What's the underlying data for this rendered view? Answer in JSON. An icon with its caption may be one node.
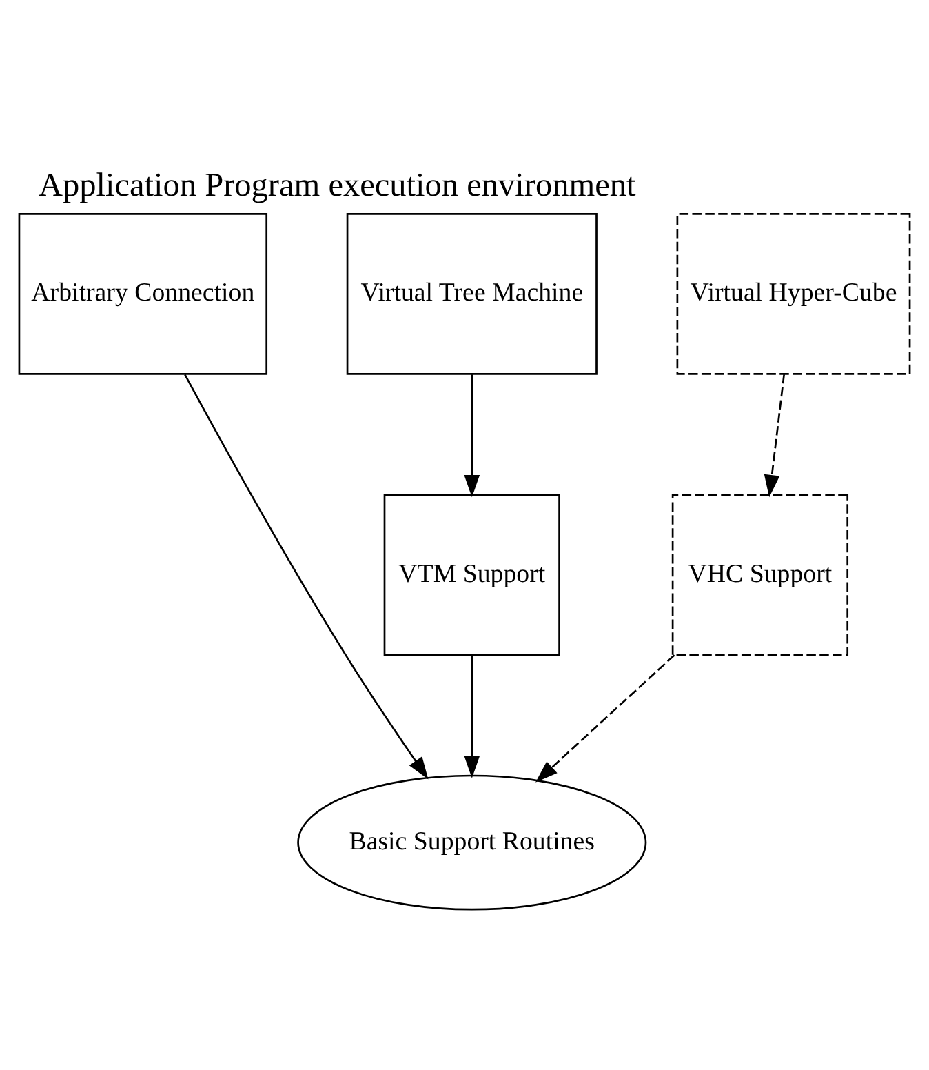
{
  "diagram": {
    "title": "Application Program execution environment",
    "nodes": [
      {
        "text": [
          "Arbitrary Connection"
        ]
      },
      {
        "text": [
          "Virtual Tree Machine"
        ]
      },
      {
        "text": [
          "Virtual Hyper-Cube"
        ]
      },
      {
        "text": [
          "VTM Support"
        ]
      },
      {
        "text": [
          "VHC Support"
        ]
      },
      {
        "text": [
          "Basic Support Routines"
        ]
      }
    ],
    "edges": [
      {
        "from": 1,
        "to": 3,
        "arrow": "to"
      },
      {
        "from": 2,
        "to": 4,
        "arrow": "to",
        "style": "dashed"
      },
      {
        "from": 0,
        "to": 5,
        "arrow": "to"
      },
      {
        "from": 3,
        "to": 5,
        "arrow": "to"
      },
      {
        "from": 4,
        "to": 5,
        "arrow": "to",
        "style": "dashed"
      }
    ]
  }
}
